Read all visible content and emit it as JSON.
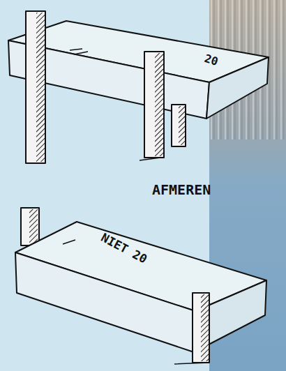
{
  "diagram": {
    "labels": [
      "20",
      "AFMEREN",
      "NIET 20"
    ]
  }
}
